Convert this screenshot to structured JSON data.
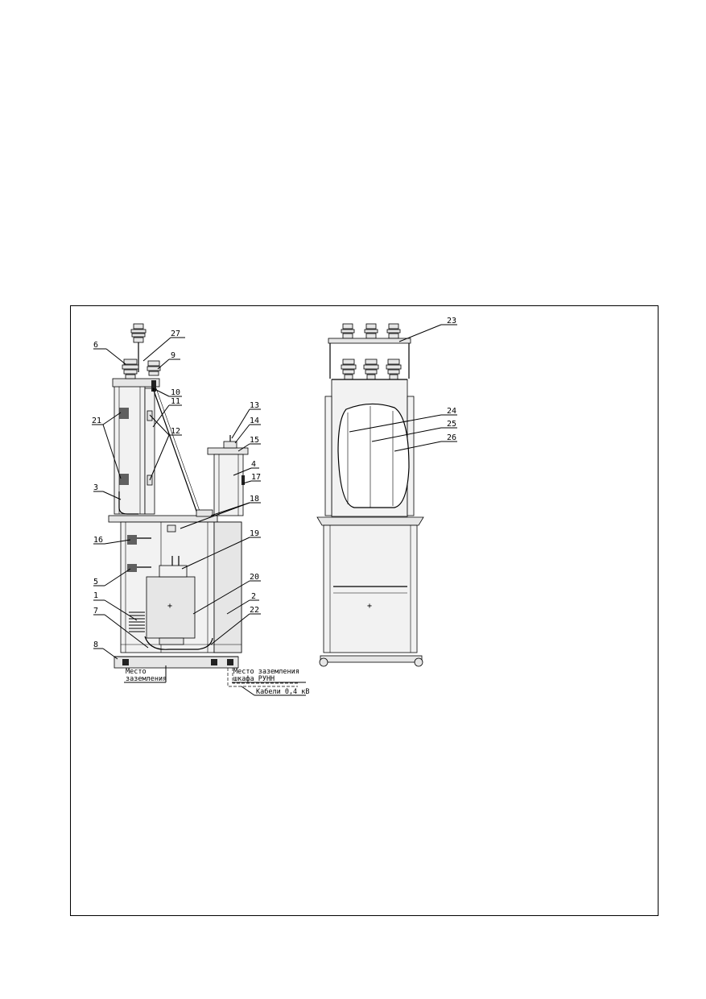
{
  "side_view_labels": [
    "1",
    "2",
    "3",
    "4",
    "5",
    "6",
    "7",
    "8",
    "9",
    "10",
    "11",
    "12",
    "13",
    "14",
    "15",
    "16",
    "17",
    "18",
    "19",
    "20",
    "21",
    "22",
    "27"
  ],
  "front_view_labels": [
    "23",
    "24",
    "25",
    "26"
  ],
  "notes": {
    "ground_left_line1": "Место",
    "ground_left_line2": "заземления",
    "ground_right_line1": "Место заземления",
    "ground_right_line2": "шкафа РУНН",
    "cables": "Кабели 0,4 кВ"
  }
}
